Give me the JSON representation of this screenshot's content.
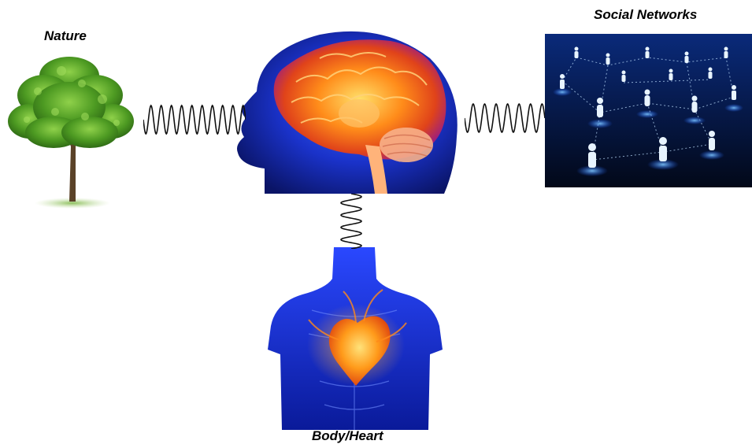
{
  "diagram": {
    "nodes": {
      "nature": {
        "label": "Nature",
        "icon": "tree-icon"
      },
      "social": {
        "label": "Social Networks",
        "icon": "people-network-icon"
      },
      "brain": {
        "label": "",
        "icon": "brain-head-icon"
      },
      "body": {
        "label": "Body/Heart",
        "icon": "torso-heart-icon"
      }
    },
    "connections": [
      {
        "from": "nature",
        "to": "brain",
        "style": "sine-wave"
      },
      {
        "from": "brain",
        "to": "social",
        "style": "sine-wave"
      },
      {
        "from": "brain",
        "to": "body",
        "style": "sine-wave"
      }
    ],
    "colors": {
      "wave": "#111111",
      "glow_orange": "#ff8c1a",
      "body_blue": "#1d3fd0",
      "network_bg": "#071a4a",
      "tree_green": "#3f8f1f"
    }
  }
}
